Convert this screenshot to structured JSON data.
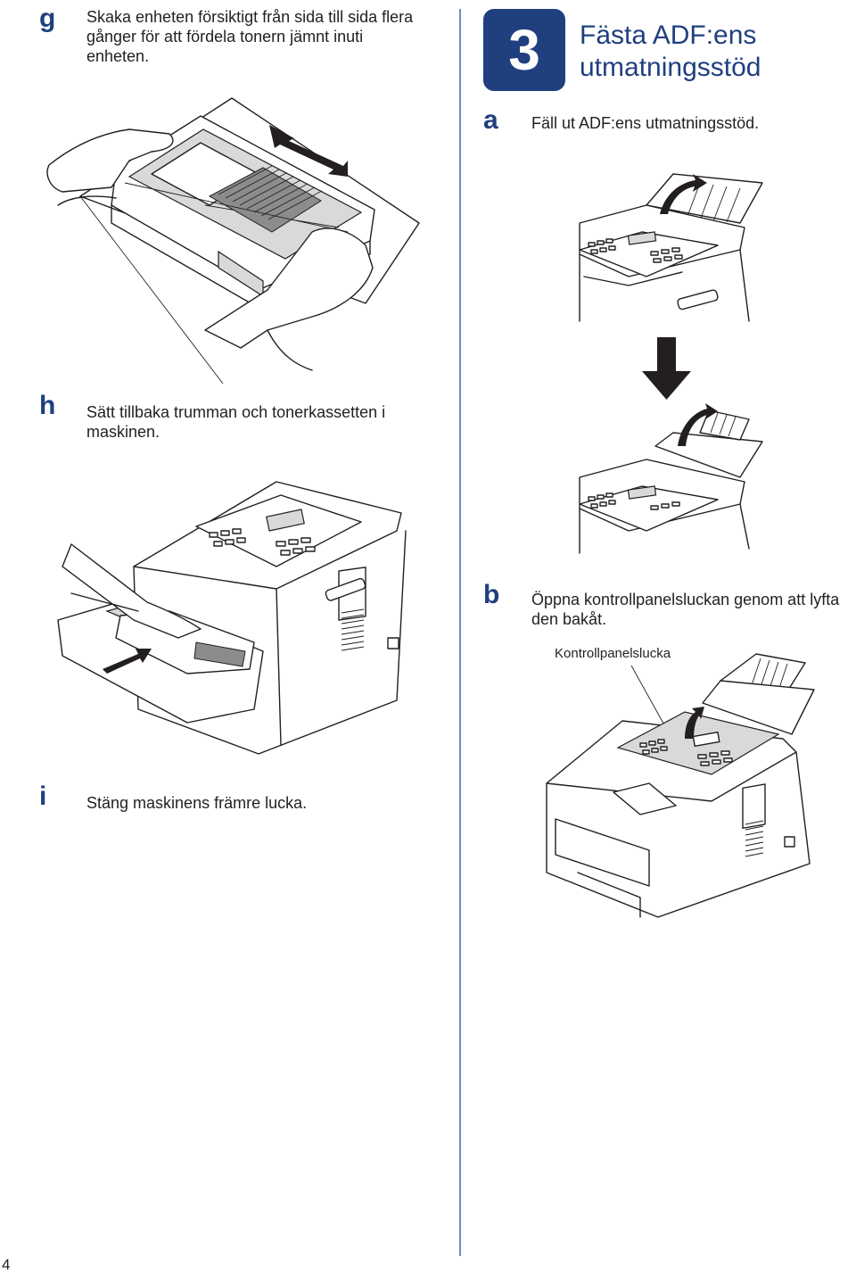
{
  "page_number": "4",
  "section": {
    "badge_number": "3",
    "title_line1": "Fästa ADF:ens",
    "title_line2": "utmatningsstöd"
  },
  "left_steps": [
    {
      "letter": "g",
      "line1": "Skaka enheten försiktigt från sida till sida flera",
      "line2": "gånger för att fördela tonern jämnt inuti",
      "line3": "enheten."
    },
    {
      "letter": "h",
      "line1": "Sätt tillbaka trumman och tonerkassetten i",
      "line2": "maskinen."
    },
    {
      "letter": "i",
      "line1": "Stäng maskinens främre lucka."
    }
  ],
  "right_steps": [
    {
      "letter": "a",
      "line1": "Fäll ut ADF:ens utmatningsstöd."
    },
    {
      "letter": "b",
      "line1": "Öppna kontrollpanelsluckan genom att lyfta",
      "line2": "den bakåt."
    }
  ],
  "callouts": {
    "control_panel_cover": "Kontrollpanelslucka"
  },
  "colors": {
    "accent": "#1f3f7f",
    "divider": "#6f8fc4",
    "text": "#231f20"
  },
  "illustrations": {
    "shake_toner": "drum-toner-shake-illustration",
    "insert_drum": "insert-drum-illustration",
    "adf_before": "adf-support-before-illustration",
    "adf_after": "adf-support-after-illustration",
    "down_arrow": "down-arrow-icon",
    "open_panel": "open-control-panel-illustration"
  }
}
